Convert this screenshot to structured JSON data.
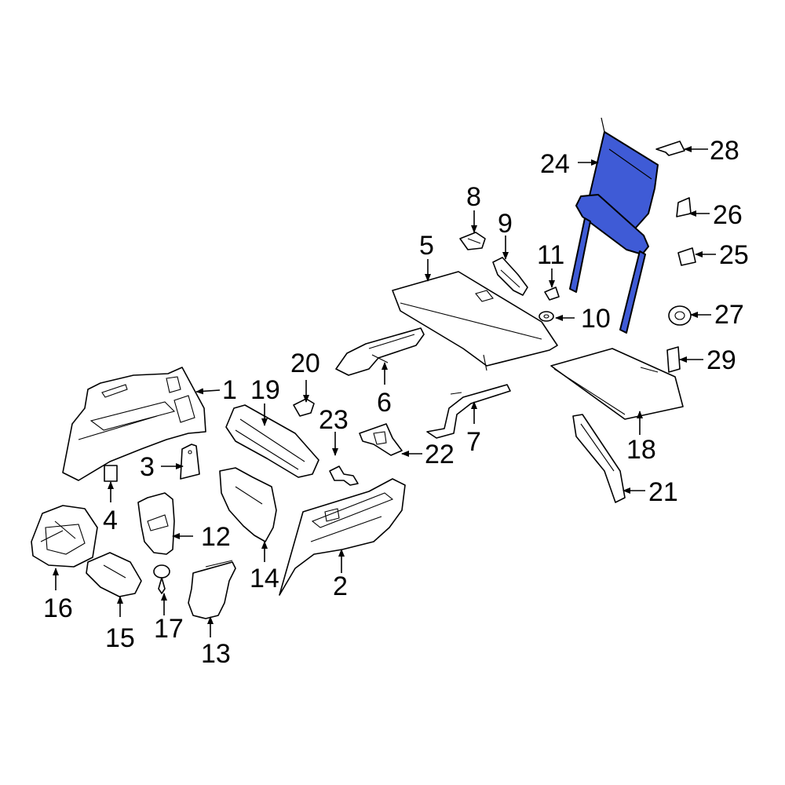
{
  "highlight_color": "#3f5bd6",
  "callouts": {
    "c1": "1",
    "c2": "2",
    "c3": "3",
    "c4": "4",
    "c5": "5",
    "c6": "6",
    "c7": "7",
    "c8": "8",
    "c9": "9",
    "c10": "10",
    "c11": "11",
    "c12": "12",
    "c13": "13",
    "c14": "14",
    "c15": "15",
    "c16": "16",
    "c17": "17",
    "c18": "18",
    "c19": "19",
    "c20": "20",
    "c21": "21",
    "c22": "22",
    "c23": "23",
    "c24": "24",
    "c25": "25",
    "c26": "26",
    "c27": "27",
    "c28": "28",
    "c29": "29"
  }
}
